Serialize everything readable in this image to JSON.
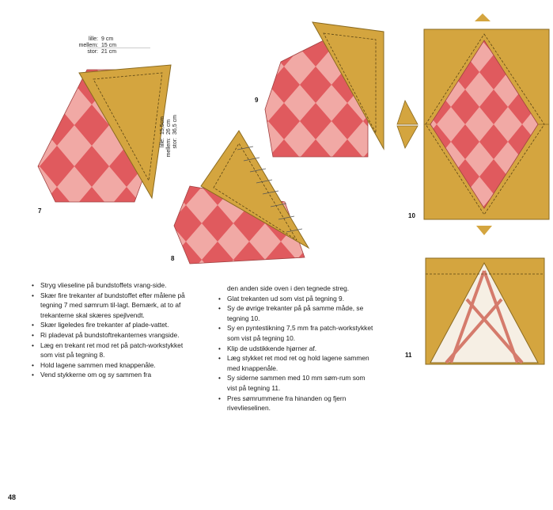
{
  "figures": {
    "fig7": {
      "number": "7"
    },
    "fig8": {
      "number": "8"
    },
    "fig9": {
      "number": "9"
    },
    "fig10": {
      "number": "10"
    },
    "fig11": {
      "number": "11"
    }
  },
  "dimensions_width": [
    {
      "label": "lille:",
      "value": "9 cm"
    },
    {
      "label": "mellem:",
      "value": "15 cm"
    },
    {
      "label": "stor:",
      "value": "21 cm"
    }
  ],
  "dimensions_height": [
    {
      "label": "lille:",
      "value": "15,5cm"
    },
    {
      "label": "mellem:",
      "value": "26 cm"
    },
    {
      "label": "stor:",
      "value": "36,5 cm"
    }
  ],
  "colors": {
    "fabric_gold": "#d4a53f",
    "fabric_gold_dark": "#b98a2c",
    "diamond_red": "#e05a5e",
    "diamond_pink": "#f1a9a5"
  },
  "text": {
    "left_items": [
      "Stryg vlieseline på bundstoffets vrang-side.",
      "Skær fire trekanter af bundstoffet efter målene på tegning 7 med sømrum til-lagt. Bemærk, at to af trekanterne skal skæres spejlvendt.",
      "Skær ligeledes fire trekanter af plade-vattet.",
      "Ri pladevat på bundstoftrekanternes vrangside.",
      "Læg en trekant ret mod ret på patch-workstykket som vist på tegning 8.",
      "Hold lagene sammen med knappenåle.",
      "Vend stykkerne om og sy sammen fra"
    ],
    "right_continuation": "den anden side oven i den tegnede streg.",
    "right_items": [
      "Glat trekanten ud som vist på tegning 9.",
      "Sy de øvrige trekanter på på samme måde, se tegning 10.",
      "Sy en pyntestikning 7,5 mm fra patch-workstykket som vist på tegning 10.",
      "Klip de udstikkende hjørner af.",
      "Læg stykket ret mod ret og hold lagene sammen med knappenåle.",
      "Sy siderne sammen med 10 mm søm-rum som vist på tegning 11.",
      "Pres sømrummene fra hinanden og fjern rivevlieselinen."
    ],
    "bullet": "•"
  },
  "page_number": "48"
}
